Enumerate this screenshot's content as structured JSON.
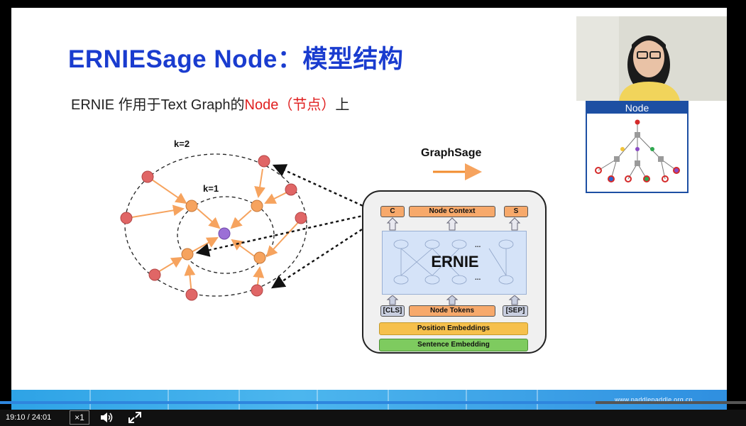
{
  "slide": {
    "title": "ERNIESage Node：模型结构",
    "subtitle_prefix": "ERNIE 作用于Text Graph的",
    "subtitle_highlight": "Node（节点）",
    "subtitle_suffix": "上",
    "website": "www.paddlepaddle.org.cn"
  },
  "graph": {
    "k2_label": "k=2",
    "k1_label": "k=1"
  },
  "graphsage": {
    "label": "GraphSage"
  },
  "ernie": {
    "c_label": "C",
    "node_context": "Node Context",
    "s_label": "S",
    "core_label": "ERNIE",
    "cls_label": "[CLS]",
    "node_tokens": "Node Tokens",
    "sep_label": "[SEP]",
    "position_embeddings": "Position Embeddings",
    "sentence_embedding": "Sentence Embedding",
    "dots": "..."
  },
  "webcam_panel": {
    "title": "Node"
  },
  "player": {
    "time": "19:10 / 24:01",
    "speed": "×1",
    "progress_fraction": 0.798
  },
  "colors": {
    "title_blue": "#1a3ccf",
    "highlight_red": "#e02020",
    "node_red": "#e06666",
    "node_orange": "#f6a35e",
    "node_purple": "#9b6fd6",
    "edge_orange": "#f6a35e",
    "progress_blue": "#2e86de"
  }
}
